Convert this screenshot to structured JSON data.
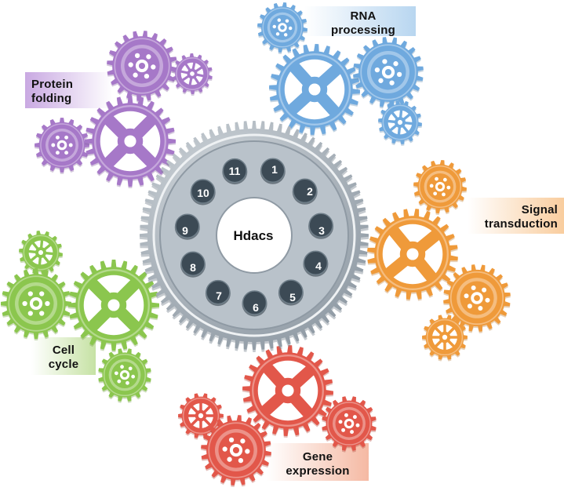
{
  "hub": {
    "label": "Hdacs",
    "numbers": [
      "1",
      "2",
      "3",
      "4",
      "5",
      "6",
      "7",
      "8",
      "9",
      "10",
      "11"
    ]
  },
  "processes": {
    "protein_folding": {
      "line1": "Protein",
      "line2": "folding"
    },
    "rna_processing": {
      "line1": "RNA",
      "line2": "processing"
    },
    "signal_transduction": {
      "line1": "Signal",
      "line2": "transduction"
    },
    "cell_cycle": {
      "line1": "Cell",
      "line2": "cycle"
    },
    "gene_expression": {
      "line1": "Gene",
      "line2": "expression"
    }
  },
  "colors": {
    "protein_folding": "#a678c8",
    "rna_processing": "#6fa9de",
    "signal_transduction": "#ef9a3a",
    "cell_cycle": "#8bc64e",
    "gene_expression": "#e2574a",
    "hub": "#a9b3bc",
    "hub_dark": "#7f8a94",
    "dot": "#3c4a55"
  }
}
